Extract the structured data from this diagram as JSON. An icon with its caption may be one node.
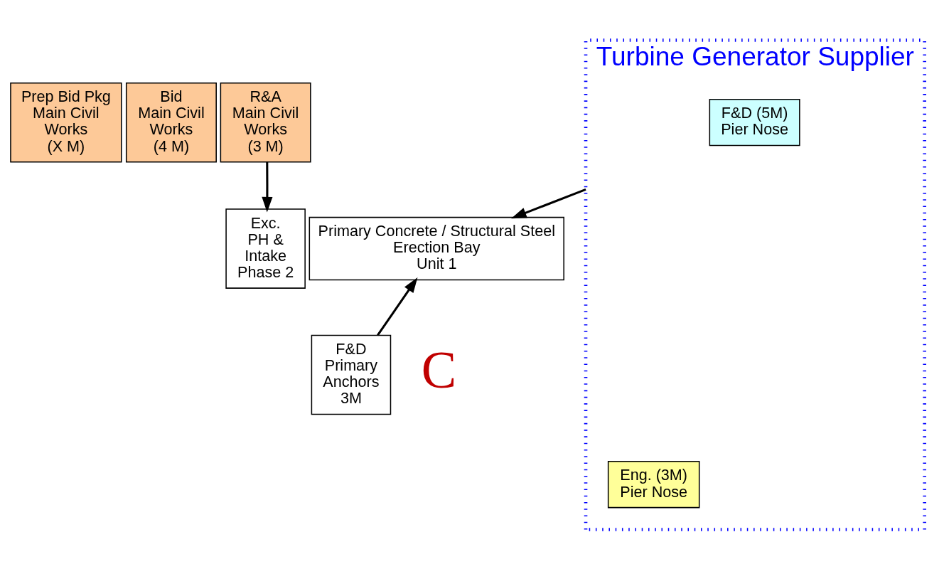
{
  "diagram": {
    "nodes": [
      {
        "text": [
          "Prep Bid Pkg Main Civil Works (X M)"
        ]
      },
      {
        "text": [
          "Bid Main Civil Works (4 M)"
        ]
      },
      {
        "text": [
          "R&A Main Civil Works (3 M)"
        ]
      },
      {
        "text": [
          "Exc. PH & Intake Phase 2"
        ]
      },
      {
        "text": [
          "Primary Concrete / Structural Steel Erection Bay Unit 1"
        ]
      },
      {
        "text": [
          "F&D Primary Anchors 3M"
        ]
      },
      {
        "text": [
          "Turbine Generator Supplier"
        ]
      },
      {
        "text": [
          "Eng. (3M) Pier Nose"
        ],
        "in": 6
      },
      {
        "text": [
          "F&D (5M) Pier Nose"
        ],
        "in": 6
      }
    ],
    "edges": [
      {
        "from": 2,
        "to": 3,
        "arrow": "to"
      },
      {
        "from": 6,
        "to": 4,
        "arrow": "to"
      },
      {
        "from": 5,
        "to": 4,
        "arrow": "to"
      }
    ],
    "labels": [
      "C"
    ]
  }
}
